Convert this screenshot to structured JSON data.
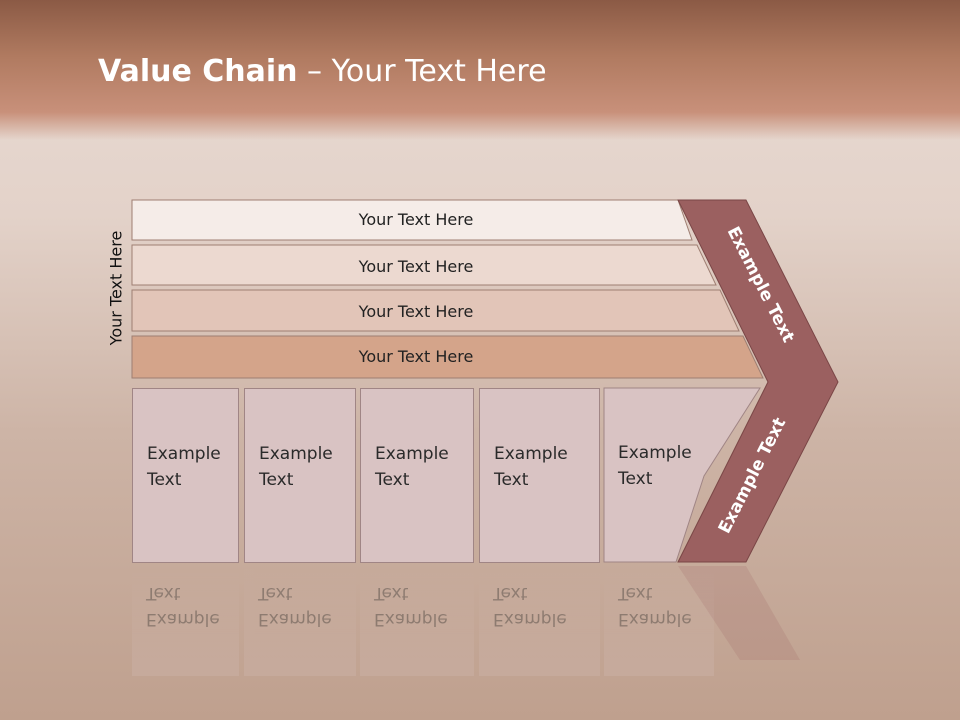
{
  "slide": {
    "title_bold": "Value Chain",
    "title_rest": " – Your Text Here",
    "side_label": "Your Text Here"
  },
  "bands": [
    {
      "label": "Your Text Here",
      "color": "#f5ece8"
    },
    {
      "label": "Your Text Here",
      "color": "#ecd9d0"
    },
    {
      "label": "Your Text Here",
      "color": "#e2c5b8"
    },
    {
      "label": "Your Text Here",
      "color": "#d4a48a"
    }
  ],
  "boxes": [
    {
      "line1": "Example",
      "line2": "Text"
    },
    {
      "line1": "Example",
      "line2": "Text"
    },
    {
      "line1": "Example",
      "line2": "Text"
    },
    {
      "line1": "Example",
      "line2": "Text"
    },
    {
      "line1": "Example",
      "line2": "Text"
    }
  ],
  "chevron": {
    "upper_label": "Example Text",
    "lower_label": "Example Text",
    "color": "#9b6060"
  }
}
